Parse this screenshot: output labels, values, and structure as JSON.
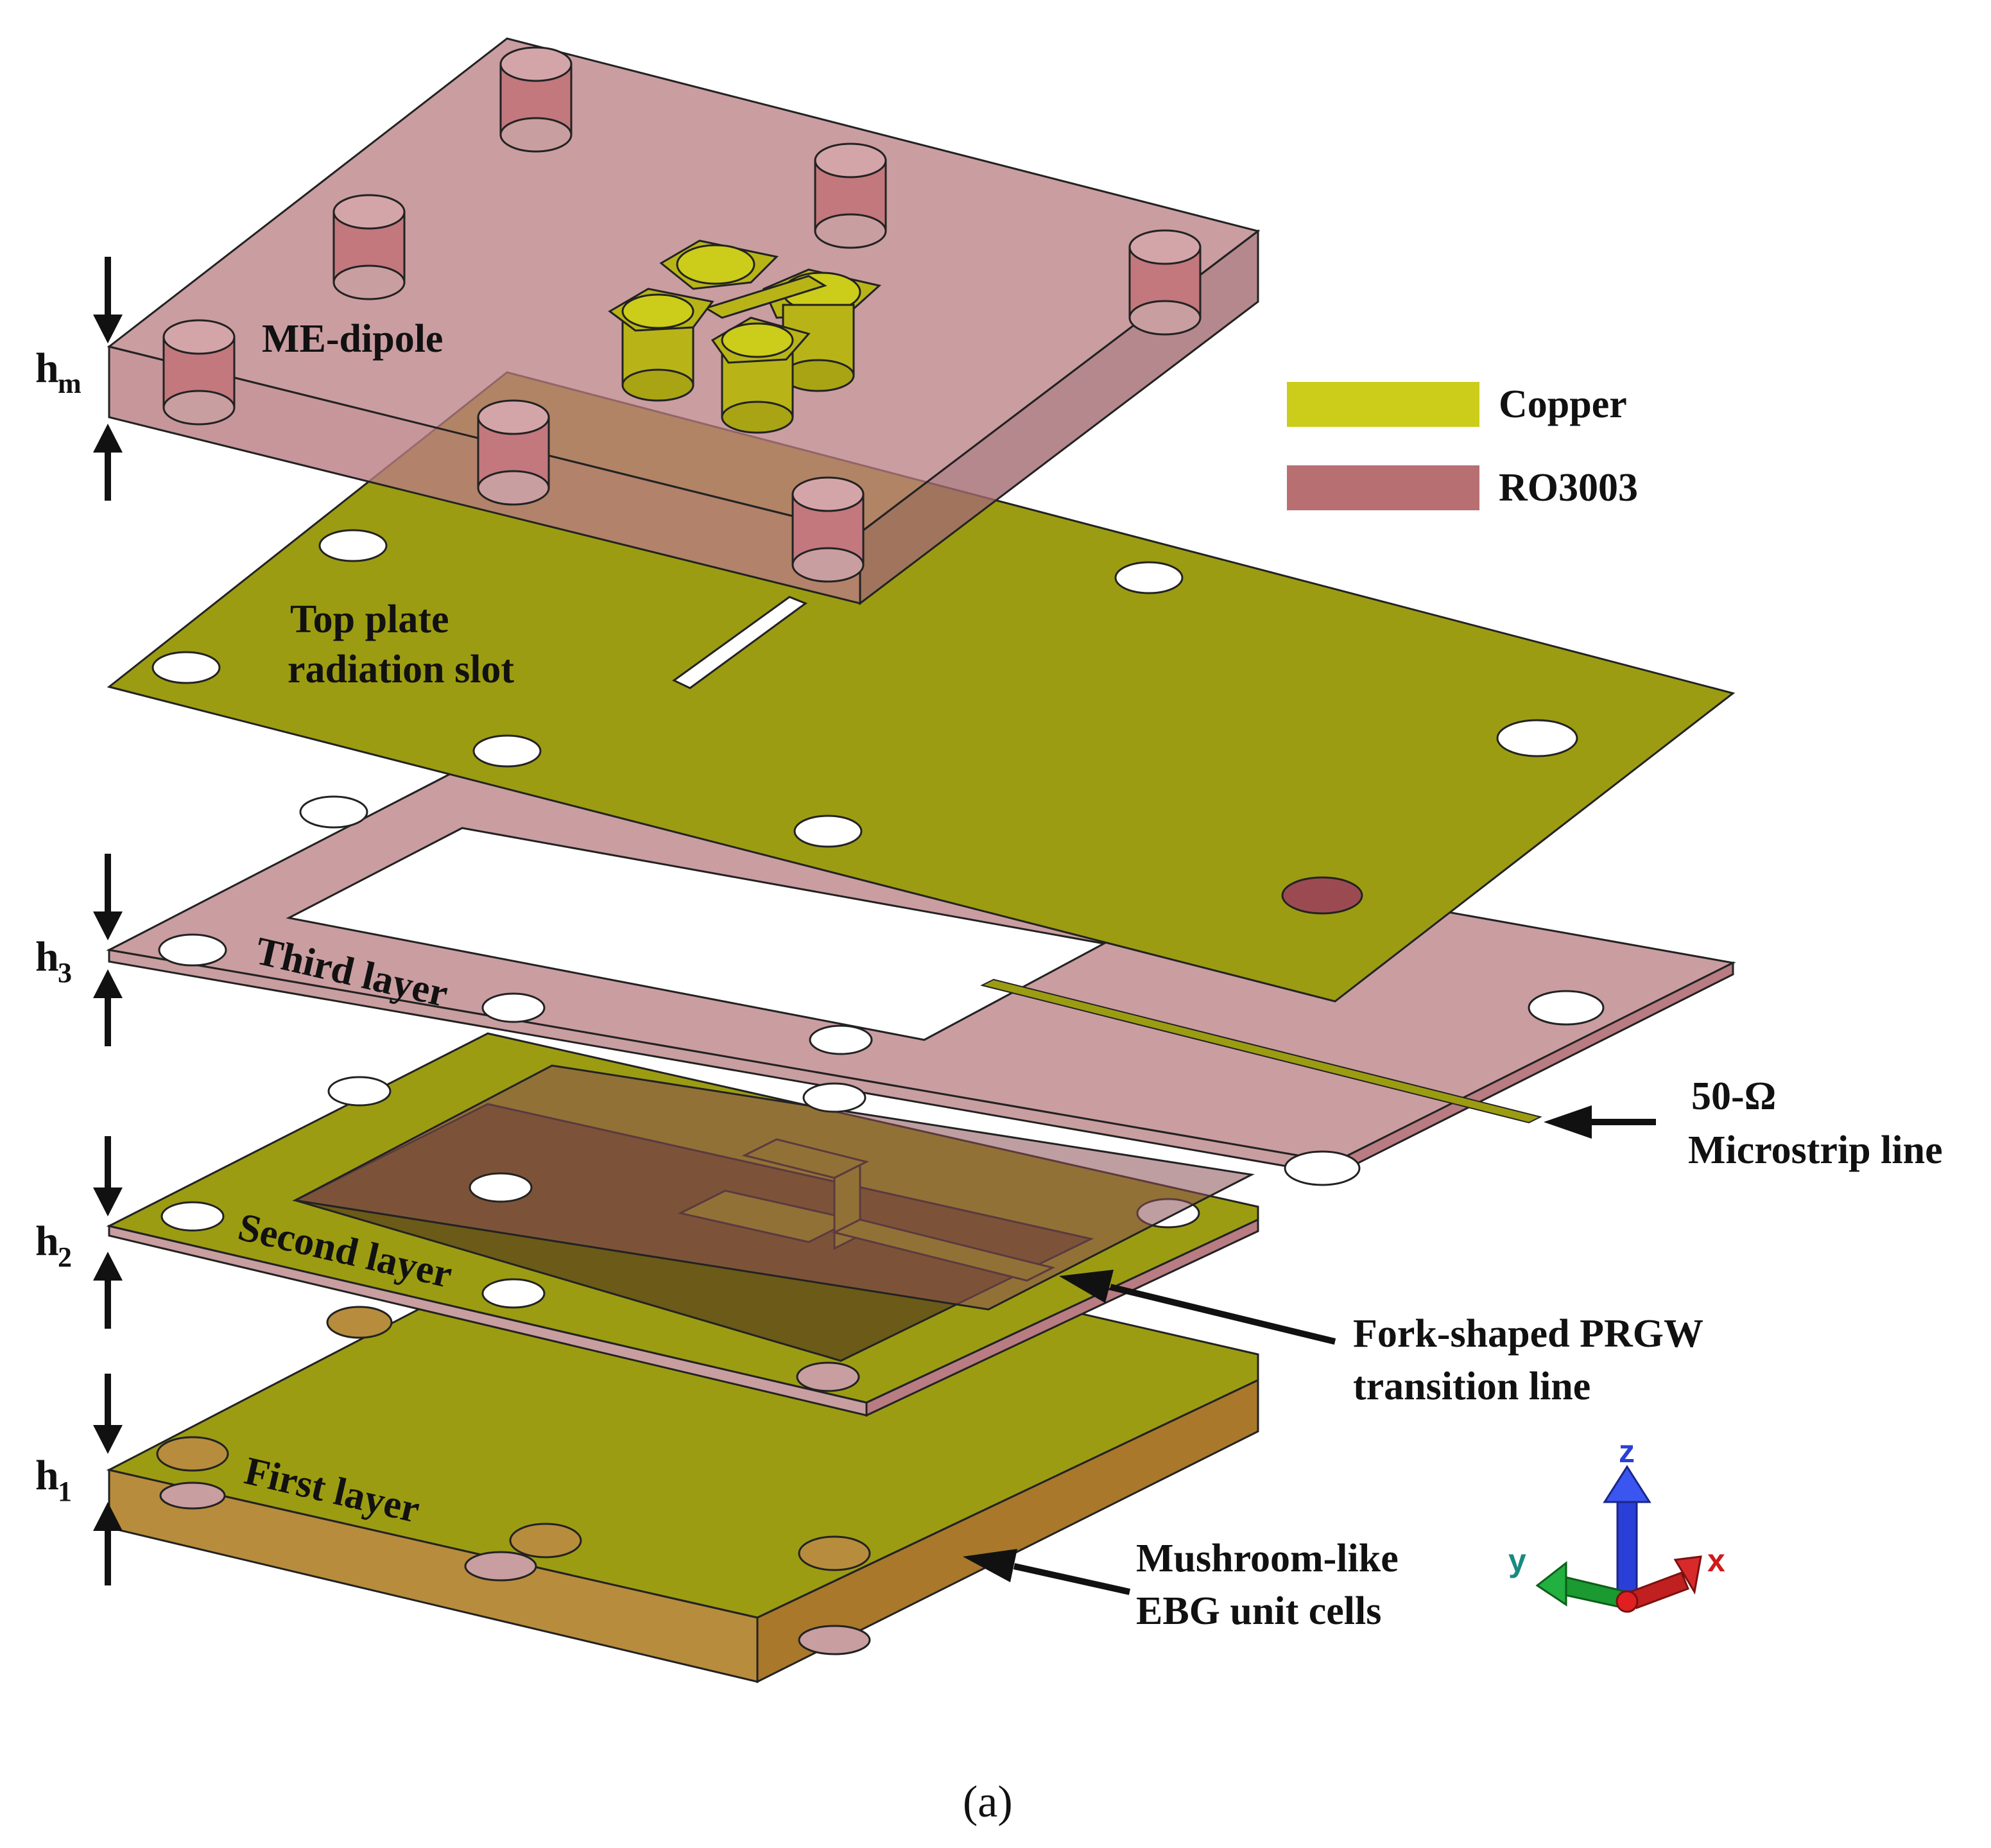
{
  "labels": {
    "me_dipole": "ME-dipole",
    "top_plate_line1": "Top plate",
    "top_plate_line2": "radiation slot",
    "third_layer": "Third layer",
    "second_layer": "Second layer",
    "first_layer": "First layer",
    "microstrip_line1": "50-Ω",
    "microstrip_line2": "Microstrip line",
    "fork_line1": "Fork-shaped PRGW",
    "fork_line2": "transition line",
    "ebg_line1": "Mushroom-like",
    "ebg_line2": "EBG unit cells"
  },
  "heights": {
    "hm": {
      "main": "h",
      "sub": "m"
    },
    "h3": {
      "main": "h",
      "sub": "3"
    },
    "h2": {
      "main": "h",
      "sub": "2"
    },
    "h1": {
      "main": "h",
      "sub": "1"
    }
  },
  "legend": [
    {
      "label": "Copper",
      "color": "#cccc1a"
    },
    {
      "label": "RO3003",
      "color": "#b86f72"
    }
  ],
  "axes": {
    "x": {
      "label": "x",
      "color": "#d01a1a"
    },
    "y": {
      "label": "y",
      "color": "#1a8a80"
    },
    "z": {
      "label": "z",
      "color": "#2a3fd8"
    }
  },
  "colors": {
    "copper": "#9c9c12",
    "copper_light": "#b8b418",
    "copper_dark": "#6f6d0a",
    "substrate": "#b87c82",
    "substrate_dark": "#8f5c63",
    "brown_face": "#b78c3c",
    "outline": "#222222"
  },
  "caption": "(a)"
}
